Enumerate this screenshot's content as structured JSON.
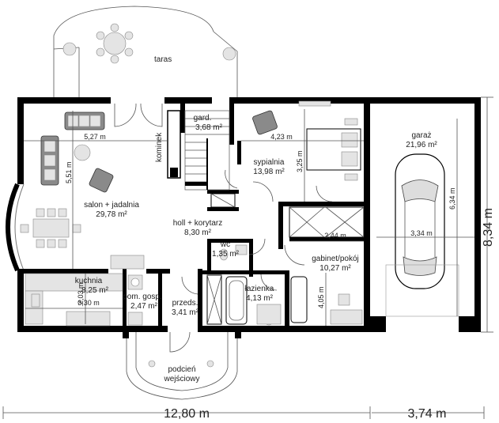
{
  "rooms": {
    "taras": "taras",
    "gard_name": "gard.",
    "gard_area": "3,68 m²",
    "sypialnia_name": "sypialnia",
    "sypialnia_area": "13,98 m²",
    "garaz_name": "garaż",
    "garaz_area": "21,96 m²",
    "salon_name": "salon + jadalnia",
    "salon_area": "29,78 m²",
    "holl_name": "holl + korytarz",
    "holl_area": "8,30 m²",
    "wc_name": "wc",
    "wc_area": "1,35 m²",
    "gabinet_name": "gabinet/pokój",
    "gabinet_area": "10,27 m²",
    "kuchnia_name": "kuchnia",
    "kuchnia_area": "8,25 m²",
    "pom_name": "pom. gosp.",
    "pom_area": "2,47 m²",
    "przeds_name": "przeds.",
    "przeds_area": "3,41 m²",
    "lazienka_name": "łazienka",
    "lazienka_area": "4,13 m²",
    "podcien_line1": "podcień",
    "podcien_line2": "wejściowy",
    "kominek": "kominek"
  },
  "dimensions": {
    "salon_width": "5,27 m",
    "salon_depth": "5,51 m",
    "sypialnia_width": "4,23 m",
    "sypialnia_depth": "3,25 m",
    "gabinet_width": "2,44 m",
    "gabinet_depth": "4,05 m",
    "kuchnia_depth": "2,03 m",
    "kuchnia_width": "3,30 m",
    "garaz_width": "3,34 m",
    "garaz_depth": "6,34 m",
    "total_width_house": "12,80 m",
    "total_width_garage": "3,74 m",
    "total_depth": "8,34 m"
  }
}
